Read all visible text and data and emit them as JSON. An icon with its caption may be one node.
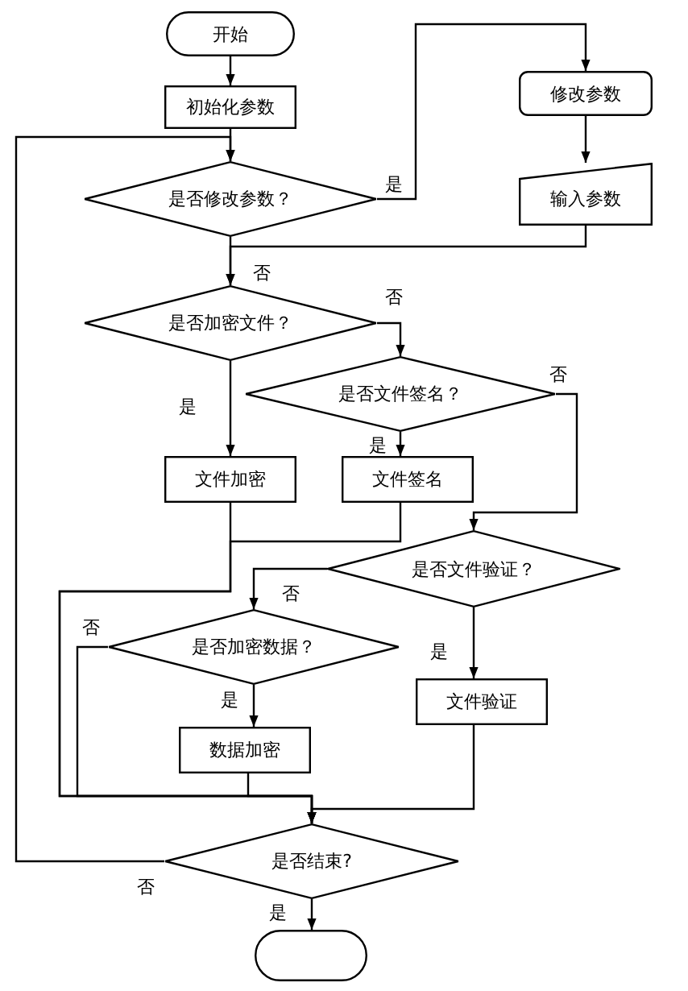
{
  "diagram": {
    "nodes": [
      {
        "text": [
          "开始"
        ]
      },
      {
        "text": [
          "初始化参数"
        ]
      },
      {
        "text": [
          "是否修改参数？"
        ]
      },
      {
        "text": [
          "修改参数"
        ]
      },
      {
        "text": [
          "输入参数"
        ]
      },
      {
        "text": [
          "是否加密文件？"
        ]
      },
      {
        "text": [
          "是否文件签名？"
        ]
      },
      {
        "text": [
          "文件加密"
        ]
      },
      {
        "text": [
          "文件签名"
        ]
      },
      {
        "text": [
          "是否文件验证？"
        ]
      },
      {
        "text": [
          "是否加密数据？"
        ]
      },
      {
        "text": [
          "文件验证"
        ]
      },
      {
        "text": [
          "数据加密"
        ]
      },
      {
        "text": [
          "是否结束?"
        ]
      },
      {
        "text": [],
        "shape": "box"
      }
    ],
    "edges": [
      {
        "from": 0,
        "to": 1,
        "arrow": "to"
      },
      {
        "from": 1,
        "to": 2,
        "arrow": "to"
      },
      {
        "from": 2,
        "to": 3,
        "arrow": "to",
        "label": "是"
      },
      {
        "from": 3,
        "to": 4,
        "arrow": "to"
      },
      {
        "from": 4,
        "to": 5,
        "arrow": "to"
      },
      {
        "from": 2,
        "to": 5,
        "arrow": "to",
        "label": "否"
      },
      {
        "from": 5,
        "to": 6,
        "arrow": "to",
        "label": "否"
      },
      {
        "from": 5,
        "to": 7,
        "arrow": "to",
        "label": "是"
      },
      {
        "from": 6,
        "to": 8,
        "arrow": "to",
        "label": "是"
      },
      {
        "from": 6,
        "to": 9,
        "arrow": "to",
        "label": "否"
      },
      {
        "from": 7,
        "to": 13,
        "arrow": "to"
      },
      {
        "from": 8,
        "to": 13,
        "arrow": "to"
      },
      {
        "from": 9,
        "to": 10,
        "arrow": "to",
        "label": "否"
      },
      {
        "from": 9,
        "to": 11,
        "arrow": "to",
        "label": "是"
      },
      {
        "from": 10,
        "to": 13,
        "arrow": "to",
        "label": "否"
      },
      {
        "from": 10,
        "to": 12,
        "arrow": "to",
        "label": "是"
      },
      {
        "from": 12,
        "to": 13,
        "arrow": "to"
      },
      {
        "from": 11,
        "to": 13,
        "arrow": "to"
      },
      {
        "from": 13,
        "to": 2,
        "arrow": "to",
        "label": "否"
      },
      {
        "from": 13,
        "to": 14,
        "arrow": "to",
        "label": "是"
      }
    ]
  }
}
